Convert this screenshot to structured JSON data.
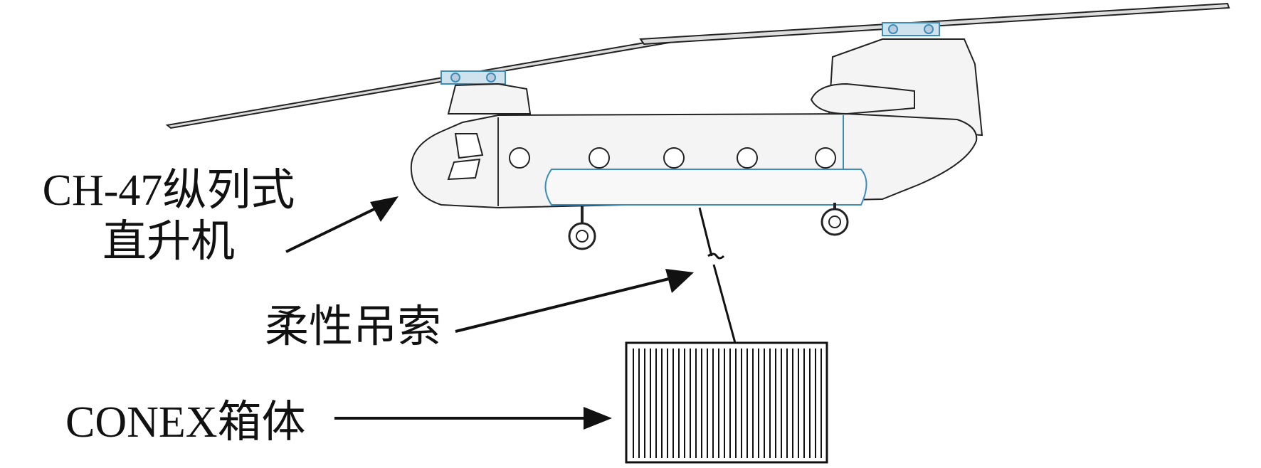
{
  "labels": {
    "helicopter_line1": "CH-47纵列式",
    "helicopter_line2": "直升机",
    "sling": "柔性吊索",
    "container": "CONEX箱体"
  },
  "colors": {
    "ink": "#111111",
    "accent": "#3c8dbc",
    "fuselage_fill": "#f2f2f2"
  },
  "icons": [
    "helicopter",
    "container",
    "sling-rope"
  ]
}
